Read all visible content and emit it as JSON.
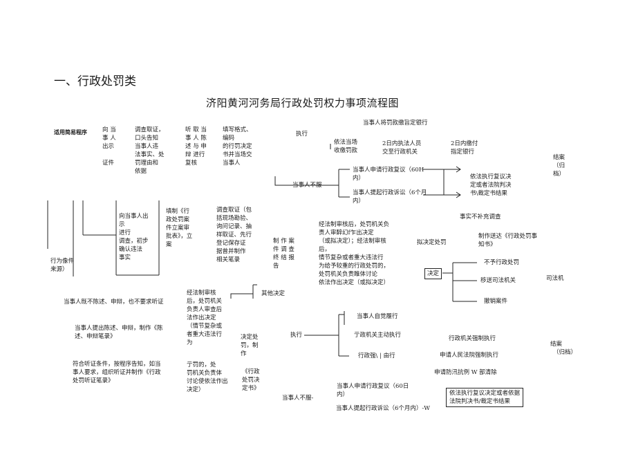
{
  "section_heading": "一、行政处罚类",
  "title": "济阳黄河河务局行政处罚权力事项流程图",
  "nodes": {
    "simple_procedure": "适用简易程序",
    "show_id": "向 当\n事 人\n出示\n\n证件",
    "investigate_inform": "调查取证，\n口头告知\n当事人违\n法事实、处\n罚理由和\n依据",
    "hear_statement": "听 取 当\n事 人 陈\n述 与 申\n辩 进行\n复核",
    "fill_form": "填写格式、\n编码\n的行罚决定\n书并当场交\n当事人",
    "execute_top": "执行",
    "pay_bank": "当事人将罚款缴旨定银行",
    "collect_fine": "依法当场\n收缴罚款",
    "two_days_deliver": "2日内执法人员\n交至行政机关",
    "two_days_pay": "2日内缴付\n指定银行",
    "refuse_top": "当事人不服",
    "apply_review_top": "当事人申请行政复议（60H\n内）",
    "sue_top": "当事人提起行政诉讼（6个月\n内）",
    "enforce_top": "依法执行复议决\n定或者法院判决\n书\\裁定书结果",
    "archive_top": "结案\n（归\n档）",
    "case_filing": "行为像件\n来源）",
    "show_id_2": "向当事人出\n示\n进行\n调查，初步\n确认违法\n事实",
    "fill_approval": "填制《行\n政处罚案\n件立案审\n批表》，立\n案",
    "investigate_2": "调查取证（包\n括现场勘验、\n询问记录、抽\n样取证、先行\n登记保存证\n据曾并制作\n相关笔录",
    "make_report": "制 作 案\n件 调 查\n终 结 报\n告",
    "review_approve": "经法制审核后，处罚机关负\n责人审醉幻f乍出决定\n（或拟决定）；经法制审核\n后，\n情节复杂或者重大违法行\n为给予较重的行政处罚的，\n处罚机关负责睢体讨论\n依法作出决定（或拟决定）",
    "facts_unclear": "事实不补充调查",
    "propose_penalty": "拟决定处罚",
    "make_notice": "制作送达《行政处罚事\n知书》",
    "decide": "决定",
    "no_penalty": "不予行政处罚",
    "transfer_judicial": "移送司法机关",
    "withdraw_case": "撤销案件",
    "judicial_organ": "司法机",
    "no_hearing_request": "当事人既不陈述、申辩，也不要求听证",
    "statement_record": "当事人提出陈述、申辩，制作《陈\n述、申辩笔录》",
    "hearing_record": "符合听证条件，按程序告知，如当\n事人要求，组织听证并制作《行政\n处罚听证笔录》",
    "review_decide_2": "经法制审核\n后，处罚机关\n负责人审查后\n法作出决定\n（情节复杂或\n者重大违法行\n为",
    "collective_decide": "亍罚的，处\n罚机关负责体\n讨论使依法作出\n决定）",
    "other_decision": "其他决定",
    "penalty_decide_doc": "决定处\n罚，制\n作",
    "penalty_decision_book": "《行政\n处罚决\n定书》",
    "execute_bottom": "执行",
    "voluntary": "当事人自觉履行",
    "agency_execute": "亍政机关主动执行",
    "agency_apply": "行政强\\ | 由行",
    "agency_force": "行政机关强制执行",
    "court_force": "申请人民法院强制执行",
    "three_fold": "申请防汛抗例 W 部清除",
    "refuse_bottom": "当事人不服-",
    "apply_review_bottom": "当事人申请行政复议（60日\n内）",
    "sue_bottom": "当事人提起行政诉讼（6个月内）-W",
    "enforce_bottom": "依法执行复议决定或者依据\n法院判决书/裁定书结果",
    "archive_bottom": "结案",
    "archive_bottom_sub": "（归档）"
  }
}
